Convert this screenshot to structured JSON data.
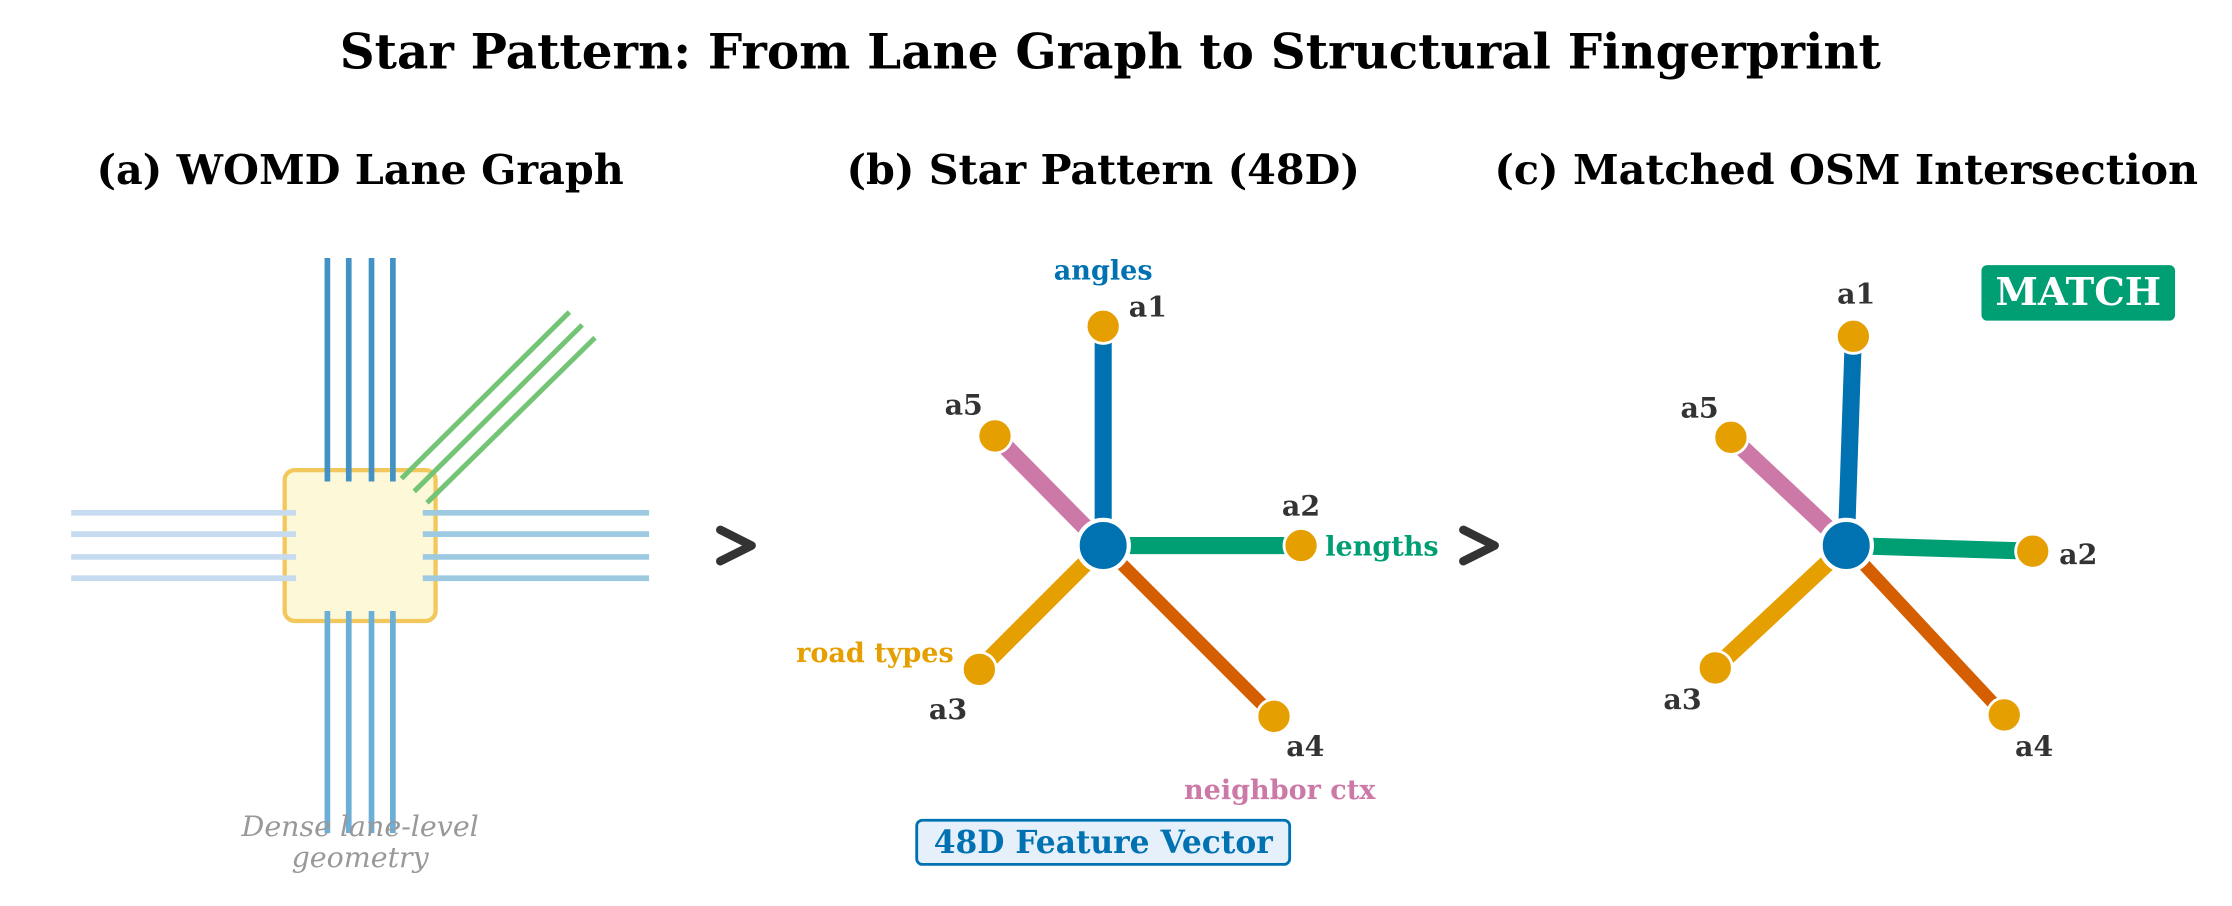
{
  "title": "Star Pattern: From Lane Graph to Structural Fingerprint",
  "panels": {
    "a": {
      "title": "(a) WOMD Lane Graph",
      "caption_line1": "Dense lane-level",
      "caption_line2": "geometry"
    },
    "b": {
      "title": "(b) Star Pattern (48D)",
      "arm_labels": [
        "a1",
        "a2",
        "a3",
        "a4",
        "a5"
      ],
      "features": {
        "angles": "angles",
        "lengths": "lengths",
        "road_types": "road types",
        "neighbor_ctx": "neighbor ctx"
      },
      "feature_box": "48D Feature Vector"
    },
    "c": {
      "title": "(c) Matched OSM Intersection",
      "arm_labels": [
        "a1",
        "a2",
        "a3",
        "a4",
        "a5"
      ],
      "badge": "MATCH"
    }
  },
  "colors": {
    "blue": "#0072b2",
    "green": "#009e73",
    "orange": "#e69f00",
    "vermillion": "#d55e00",
    "pink": "#cc79a7",
    "match_bg": "#009e73"
  },
  "icons": [
    "chevron-right-icon",
    "chevron-right-icon"
  ]
}
